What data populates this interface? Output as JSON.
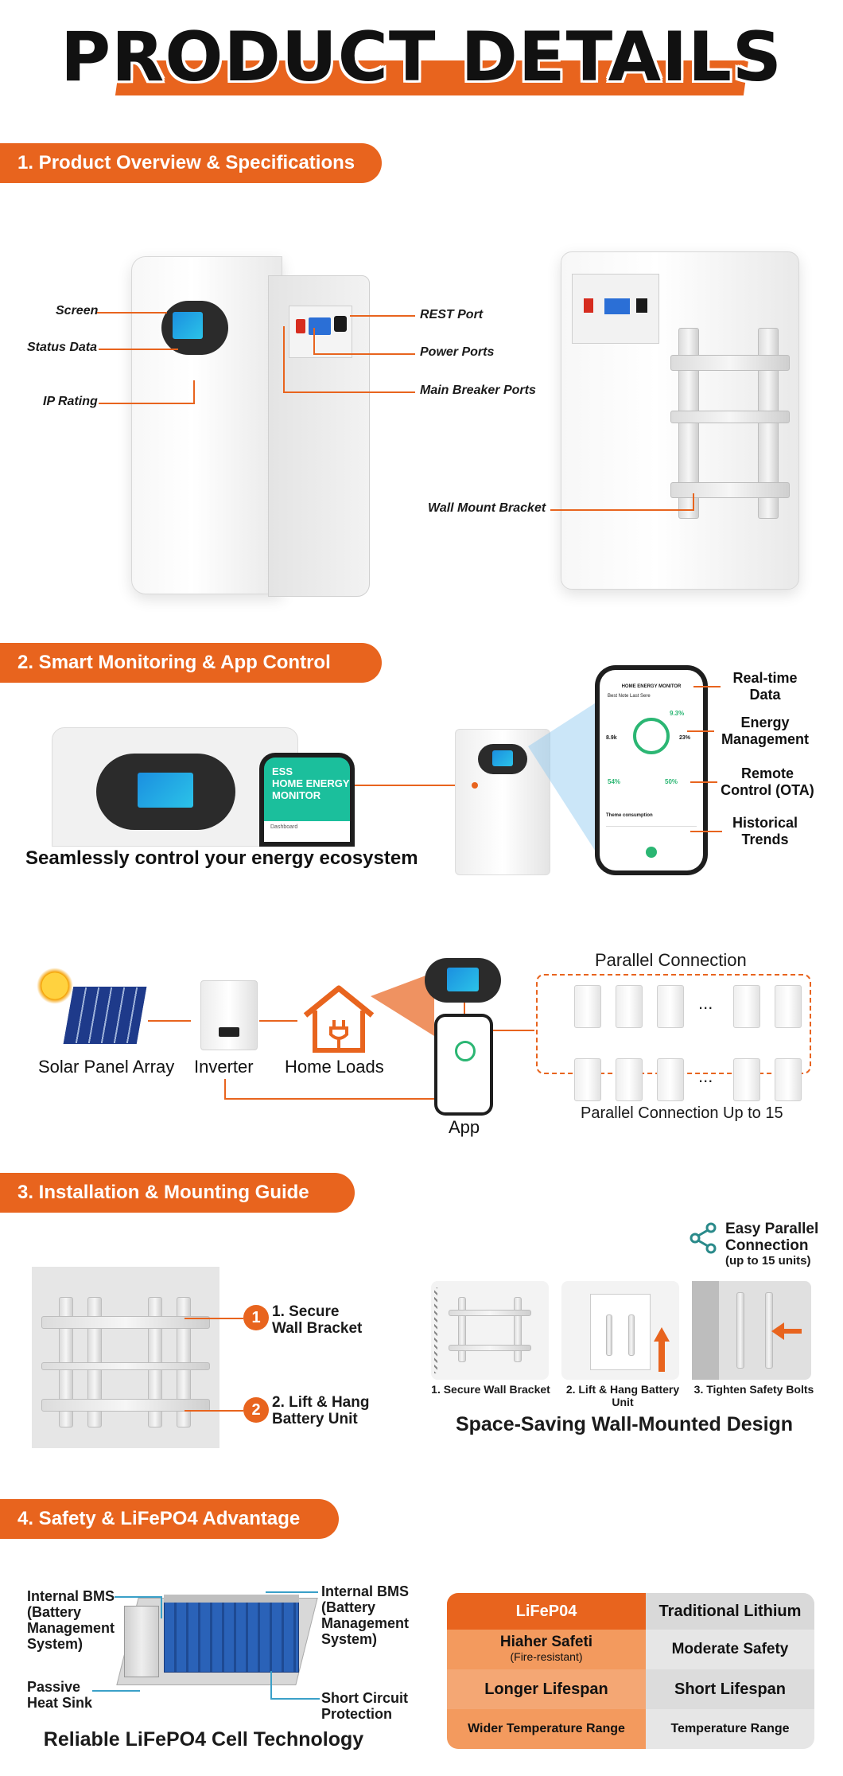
{
  "header": {
    "title": "PRODUCT DETAILS"
  },
  "sections": {
    "s1": "1. Product Overview & Specifications",
    "s2": "2. Smart Monitoring & App Control",
    "s3": "3. Installation & Mounting Guide",
    "s4": "4. Safety & LiFePO4 Advantage"
  },
  "overview": {
    "callouts_left": [
      "Screen",
      "Status Data",
      "IP Rating"
    ],
    "callouts_right": [
      "REST Port",
      "Power Ports",
      "Main Breaker Ports"
    ],
    "wall_mount": "Wall Mount Bracket"
  },
  "monitoring": {
    "phone_title": "ESS\nHOME ENERGY\nMONITOR",
    "phone_sub": "Dashboard",
    "tagline": "Seamlessly control your energy ecosystem",
    "app_header": "HOME ENERGY MONITOR",
    "app_section": "Best Note Last Sere",
    "app_pct": "9.3%",
    "app_left": "8.9k",
    "app_right": "23%",
    "app_b1": "54%",
    "app_b2": "50%",
    "app_trend": "Theme consumption",
    "features": [
      "Real-time\nData",
      "Energy\nManagement",
      "Remote\nControl (OTA)",
      "Historical\nTrends"
    ]
  },
  "system": {
    "solar": "Solar Panel Array",
    "inverter": "Inverter",
    "loads": "Home Loads",
    "app": "App",
    "parallel_title": "Parallel Connection",
    "parallel_sub": "Parallel Connection Up to 15",
    "ellipsis": "..."
  },
  "installation": {
    "steps_left": [
      "1. Secure\nWall Bracket",
      "2. Lift & Hang\nBattery Unit"
    ],
    "nums": [
      "1",
      "2"
    ],
    "easy": "Easy Parallel\nConnection",
    "easy_sub": "(up to 15 units)",
    "step_labels": [
      "1. Secure Wall Bracket",
      "2. Lift & Hang Battery Unit",
      "3. Tighten Safety Bolts"
    ],
    "design": "Space-Saving Wall-Mounted Design"
  },
  "safety": {
    "bms_left": "Internal BMS\n(Battery\nManagement\nSystem)",
    "bms_right": "Internal BMS\n(Battery\nManagement\nSystem)",
    "heat_sink": "Passive\nHeat Sink",
    "short_circuit": "Short Circuit\nProtection",
    "cell_tech": "Reliable LiFePO4 Cell Technology",
    "table": {
      "col1_header": "LiFeP04",
      "col2_header": "Traditional Lithium",
      "rows": [
        {
          "left": "Hiaher Safeti",
          "left_sub": "(Fire-resistant)",
          "right": "Moderate Safety"
        },
        {
          "left": "Longer Lifespan",
          "left_sub": "",
          "right": "Short Lifespan"
        },
        {
          "left": "Wider Temperature Range",
          "left_sub": "",
          "right": "Temperature Range"
        }
      ]
    }
  }
}
